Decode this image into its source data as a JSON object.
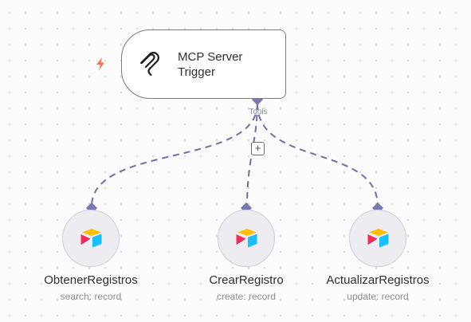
{
  "trigger": {
    "title": "MCP Server Trigger",
    "icon": "mcp-icon",
    "badge_icon": "lightning-bolt-icon",
    "badge_color": "#ff6d5a"
  },
  "connector": {
    "label": "Tools",
    "add_label": "+",
    "line_color": "#6f6fa6"
  },
  "tools": [
    {
      "name": "ObtenerRegistros",
      "subtitle": "search: record",
      "icon": "airtable-icon"
    },
    {
      "name": "CrearRegistro",
      "subtitle": "create: record",
      "icon": "airtable-icon"
    },
    {
      "name": "ActualizarRegistros",
      "subtitle": "update: record",
      "icon": "airtable-icon"
    }
  ]
}
